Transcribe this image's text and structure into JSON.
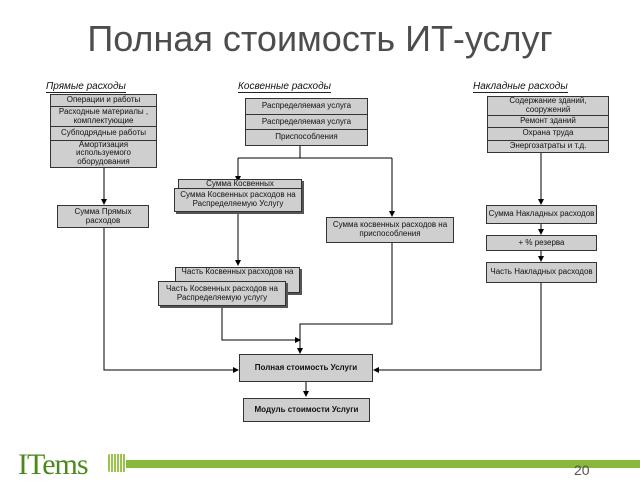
{
  "title": "Полная стоимость ИТ-услуг",
  "columns": {
    "direct": "Прямые расходы",
    "indirect": "Косвенные расходы",
    "overhead": "Накладные расходы"
  },
  "direct_items": [
    "Операции и работы",
    "Расходные материалы , комплектующие",
    "Субподрядные работы",
    "Амортизация используемого оборудования"
  ],
  "indirect_items": [
    "Распределяемая услуга",
    "Распределяемая услуга",
    "Приспособления"
  ],
  "overhead_items": [
    "Содержание зданий, сооружений",
    "Ремонт зданий",
    "Охрана труда",
    "Энергозатраты и т.д."
  ],
  "boxes": {
    "direct_sum": "Сумма Прямых расходов",
    "indirect_sum_back": "Сумма Косвенных",
    "indirect_sum_front": "Сумма Косвенных расходов на Распределяемую Услугу",
    "indirect_fixtures_sum": "Сумма косвенных расходов на приспособления",
    "indirect_share_back": "Часть Косвенных расходов на",
    "indirect_share_front": "Часть Косвенных расходов на Распределяемую услугу",
    "overhead_sum": "Сумма Накладных расходов",
    "reserve": "+ % резерва",
    "overhead_share": "Часть Накладных расходов",
    "total_cost": "Полная стоимость Услуги",
    "cost_module": "Модуль стоимости Услуги"
  },
  "footer": {
    "logo": "ITems",
    "page_number": "20"
  },
  "colors": {
    "box_fill": "#cfcfcf",
    "accent_green": "#8ab83a"
  }
}
